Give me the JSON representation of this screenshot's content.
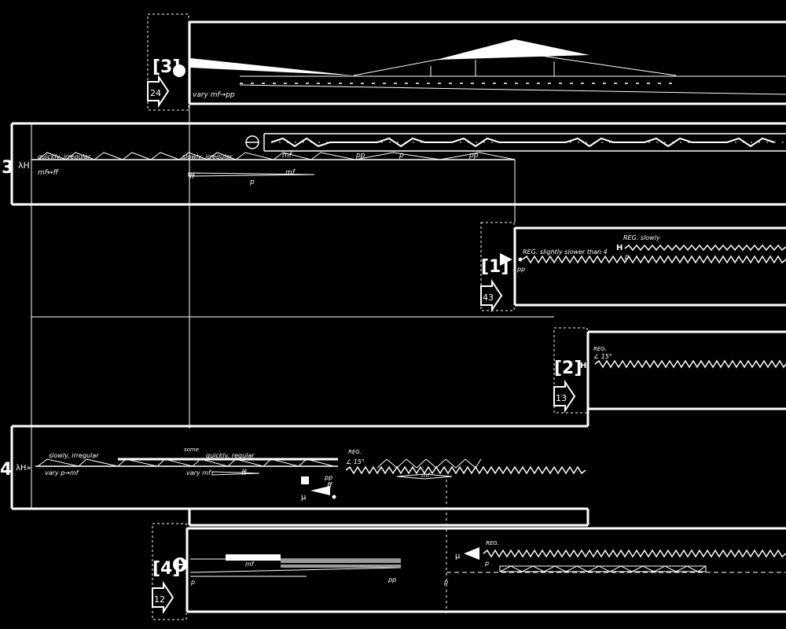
{
  "staff_numbers": [
    "3",
    "4"
  ],
  "entry_markers": [
    {
      "bracket": "[3]",
      "arrow": "24"
    },
    {
      "bracket": "[1]",
      "arrow": "43"
    },
    {
      "bracket": "[2]",
      "arrow": "13"
    },
    {
      "bracket": "[4]",
      "arrow": "12"
    }
  ],
  "annotations": {
    "vary_mf_pp": "vary mf→pp",
    "quickly_irregular": "quickly, irregular",
    "mf_ff": "mf↔ff",
    "slowly_irregular_a": "slowly, irregular",
    "ff": "ff",
    "p": "p",
    "mf": "mf",
    "pp": "pp",
    "reg_slightly_slower": "REG. slightly slower than 4",
    "reg_slowly": "REG. slowly",
    "reg": "REG.",
    "reg_angle": "∠ 15°",
    "slowly_irregular_b": "slowly, irregular",
    "vary_p_mf": "vary p→mf",
    "some": "some",
    "quickly_regular": "quickly, regular",
    "vary_mf": "vary mf",
    "lambda_h": "λH",
    "lambda_h_b": "λH»",
    "mu": "μ",
    "h": "H"
  },
  "colors": {
    "background": "#000000",
    "ink": "#ffffff",
    "grey_band": "#9a9a9a"
  }
}
